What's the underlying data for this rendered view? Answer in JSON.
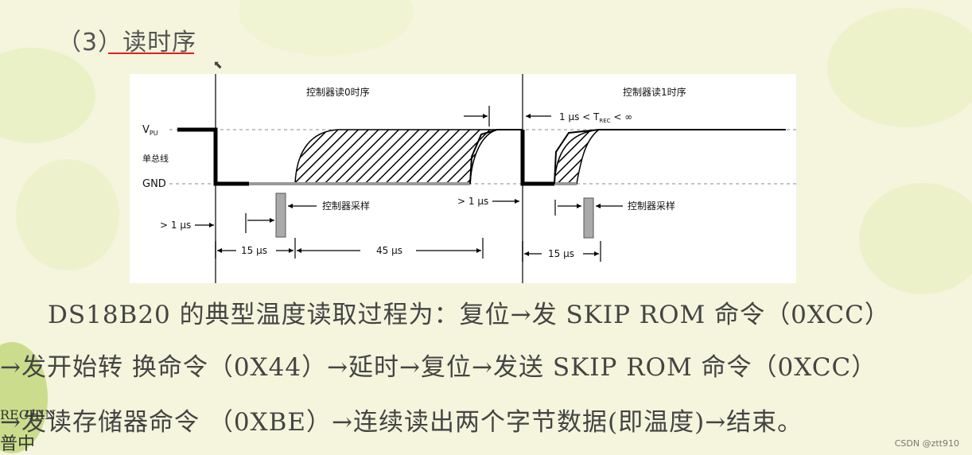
{
  "heading": {
    "text": "（3）读时序"
  },
  "diagram": {
    "label_read0": "控制器读0时序",
    "label_read1": "控制器读1时序",
    "label_vpu": "V",
    "label_vpu_sub": "PU",
    "label_bus": "单总线",
    "label_gnd": "GND",
    "label_trec": "1 μs < T",
    "label_trec_sub": "REC",
    "label_trec_tail": " < ∞",
    "label_sample_a": "控制器采样",
    "label_sample_b": "控制器采样",
    "label_gt1us_a": "> 1 μs",
    "label_gt1us_b": "> 1 μs",
    "label_15us_a": "15 μs",
    "label_45us": "45 μs",
    "label_15us_b": "15 μs"
  },
  "paragraph": {
    "line1": "DS18B20 的典型温度读取过程为：复位→发 SKIP ROM 命令（0XCC）",
    "line2": "→发开始转 换命令（0X44）→延时→复位→发送 SKIP ROM 命令（0XCC）",
    "line3": "→发读存储器命令 （0XBE）→连续读出两个字节数据(即温度)→结束。"
  },
  "corner": {
    "line1": "RECHIN",
    "line2": "普中"
  },
  "watermark": "CSDN @ztt910"
}
